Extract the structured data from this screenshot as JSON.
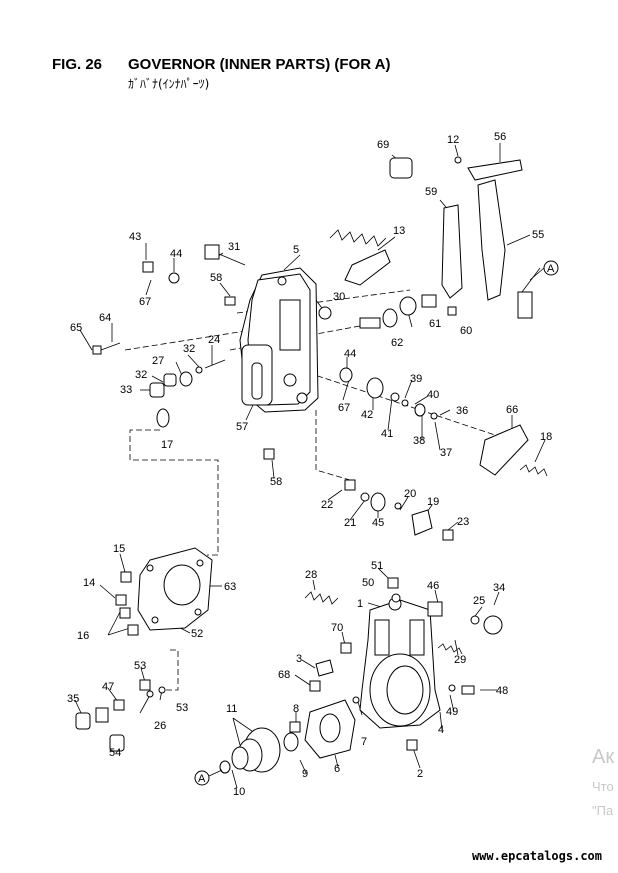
{
  "figure": {
    "number": "FIG. 26",
    "title": "GOVERNOR (INNER PARTS) (FOR A)",
    "subtitle": "ｶﾞﾊﾞﾅ(ｲﾝﾅﾊﾟｰﾂ)"
  },
  "callouts": [
    "1",
    "2",
    "3",
    "4",
    "5",
    "6",
    "7",
    "8",
    "9",
    "10",
    "11",
    "12",
    "13",
    "14",
    "15",
    "16",
    "17",
    "18",
    "19",
    "20",
    "21",
    "22",
    "23",
    "24",
    "25",
    "26",
    "27",
    "28",
    "29",
    "30",
    "31",
    "32",
    "33",
    "34",
    "35",
    "36",
    "37",
    "38",
    "39",
    "40",
    "41",
    "42",
    "43",
    "44",
    "45",
    "46",
    "47",
    "48",
    "49",
    "50",
    "51",
    "52",
    "53",
    "54",
    "55",
    "56",
    "57",
    "58",
    "59",
    "60",
    "61",
    "62",
    "63",
    "64",
    "65",
    "66",
    "67",
    "68",
    "69",
    "70"
  ],
  "reference_marker": "A",
  "overlay_text": [
    "Ак",
    "Что",
    "\"Па"
  ],
  "watermark": "www.epcatalogs.com"
}
